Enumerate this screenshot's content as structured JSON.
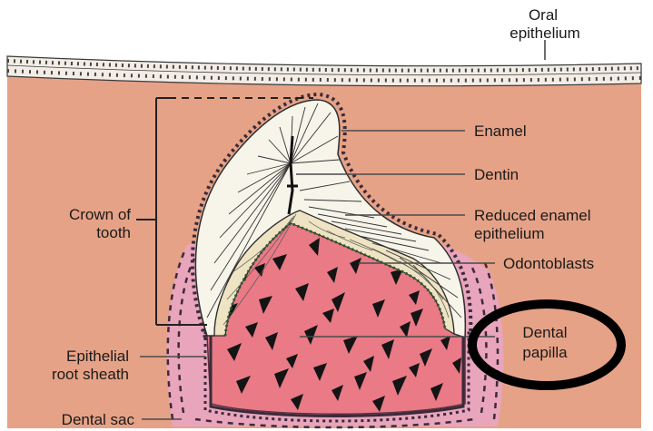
{
  "diagram": {
    "labels": {
      "oral_epithelium": [
        "Oral",
        "epithelium"
      ],
      "enamel": "Enamel",
      "dentin": "Dentin",
      "reduced_enamel_epithelium": [
        "Reduced enamel",
        "epithelium"
      ],
      "odontoblasts": "Odontoblasts",
      "dental_papilla": [
        "Dental",
        "papilla"
      ],
      "crown_of_tooth": [
        "Crown of",
        "tooth"
      ],
      "epithelial_root_sheath": [
        "Epithelial",
        "root sheath"
      ],
      "dental_sac": "Dental sac"
    },
    "colors": {
      "tissue": "#e6a286",
      "papilla": "#e97a86",
      "enamel": "#f7f4ea",
      "dentin": "#eee3c2",
      "sac_halo": "#e8a6c6",
      "leader": "#4a4a4a",
      "highlight": "#000000"
    }
  }
}
